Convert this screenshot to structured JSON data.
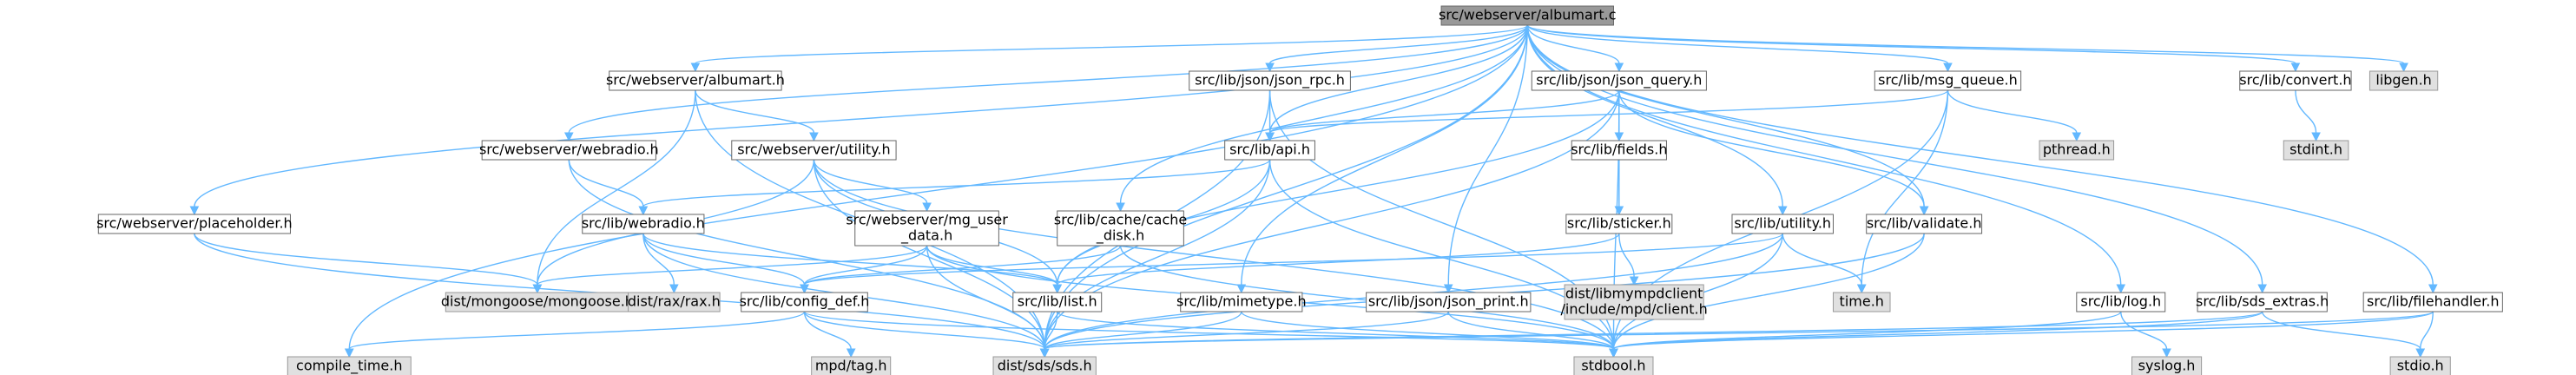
{
  "colors": {
    "edge": "#63B8FF",
    "node_border": "#666666",
    "node_fill": "#FFFFFF",
    "root_fill": "#999999",
    "root_border": "#666666",
    "system_fill": "#E0E0E0",
    "system_border": "#999999"
  },
  "nodes": [
    {
      "id": "albumart_c",
      "label": "src/webserver/albumart.c",
      "kind": "root"
    },
    {
      "id": "albumart_h",
      "label": "src/webserver/albumart.h",
      "kind": "file"
    },
    {
      "id": "json_rpc_h",
      "label": "src/lib/json/json_rpc.h",
      "kind": "file"
    },
    {
      "id": "json_query_h",
      "label": "src/lib/json/json_query.h",
      "kind": "file"
    },
    {
      "id": "msg_queue_h",
      "label": "src/lib/msg_queue.h",
      "kind": "file"
    },
    {
      "id": "convert_h",
      "label": "src/lib/convert.h",
      "kind": "file"
    },
    {
      "id": "libgen_h",
      "label": "libgen.h",
      "kind": "system"
    },
    {
      "id": "webradio_ws_h",
      "label": "src/webserver/webradio.h",
      "kind": "file"
    },
    {
      "id": "utility_ws_h",
      "label": "src/webserver/utility.h",
      "kind": "file"
    },
    {
      "id": "api_h",
      "label": "src/lib/api.h",
      "kind": "file"
    },
    {
      "id": "fields_h",
      "label": "src/lib/fields.h",
      "kind": "file"
    },
    {
      "id": "pthread_h",
      "label": "pthread.h",
      "kind": "system"
    },
    {
      "id": "stdint_h",
      "label": "stdint.h",
      "kind": "system"
    },
    {
      "id": "placeholder_h",
      "label": "src/webserver/placeholder.h",
      "kind": "file"
    },
    {
      "id": "webradio_lib_h",
      "label": "src/lib/webradio.h",
      "kind": "file"
    },
    {
      "id": "mg_user_data_h",
      "label": "src/webserver/mg_user_data.h",
      "kind": "file",
      "lines": [
        "src/webserver/mg_user",
        "_data.h"
      ]
    },
    {
      "id": "cache_disk_h",
      "label": "src/lib/cache/cache_disk.h",
      "kind": "file",
      "lines": [
        "src/lib/cache/cache",
        "_disk.h"
      ]
    },
    {
      "id": "sticker_h",
      "label": "src/lib/sticker.h",
      "kind": "file"
    },
    {
      "id": "utility_lib_h",
      "label": "src/lib/utility.h",
      "kind": "file"
    },
    {
      "id": "validate_h",
      "label": "src/lib/validate.h",
      "kind": "file"
    },
    {
      "id": "mongoose_h",
      "label": "dist/mongoose/mongoose.h",
      "kind": "system"
    },
    {
      "id": "rax_h",
      "label": "dist/rax/rax.h",
      "kind": "system"
    },
    {
      "id": "config_def_h",
      "label": "src/lib/config_def.h",
      "kind": "file"
    },
    {
      "id": "list_h",
      "label": "src/lib/list.h",
      "kind": "file"
    },
    {
      "id": "mimetype_h",
      "label": "src/lib/mimetype.h",
      "kind": "file"
    },
    {
      "id": "json_print_h",
      "label": "src/lib/json/json_print.h",
      "kind": "file"
    },
    {
      "id": "mpdclient_h",
      "label": "dist/libmympdclient/include/mpd/client.h",
      "kind": "system",
      "lines": [
        "dist/libmympdclient",
        "/include/mpd/client.h"
      ]
    },
    {
      "id": "time_h",
      "label": "time.h",
      "kind": "system"
    },
    {
      "id": "log_h",
      "label": "src/lib/log.h",
      "kind": "file"
    },
    {
      "id": "sds_extras_h",
      "label": "src/lib/sds_extras.h",
      "kind": "file"
    },
    {
      "id": "filehandler_h",
      "label": "src/lib/filehandler.h",
      "kind": "file"
    },
    {
      "id": "compile_time_h",
      "label": "compile_time.h",
      "kind": "system"
    },
    {
      "id": "mpd_tag_h",
      "label": "mpd/tag.h",
      "kind": "system"
    },
    {
      "id": "sds_h",
      "label": "dist/sds/sds.h",
      "kind": "system"
    },
    {
      "id": "stdbool_h",
      "label": "stdbool.h",
      "kind": "system"
    },
    {
      "id": "syslog_h",
      "label": "syslog.h",
      "kind": "system"
    },
    {
      "id": "stdio_h",
      "label": "stdio.h",
      "kind": "system"
    }
  ],
  "edges": [
    [
      "albumart_c",
      "albumart_h"
    ],
    [
      "albumart_c",
      "json_rpc_h"
    ],
    [
      "albumart_c",
      "json_query_h"
    ],
    [
      "albumart_c",
      "msg_queue_h"
    ],
    [
      "albumart_c",
      "convert_h"
    ],
    [
      "albumart_c",
      "libgen_h"
    ],
    [
      "albumart_c",
      "webradio_ws_h"
    ],
    [
      "albumart_c",
      "api_h"
    ],
    [
      "albumart_c",
      "placeholder_h"
    ],
    [
      "albumart_c",
      "cache_disk_h"
    ],
    [
      "albumart_c",
      "utility_lib_h"
    ],
    [
      "albumart_c",
      "validate_h"
    ],
    [
      "albumart_c",
      "mimetype_h"
    ],
    [
      "albumart_c",
      "json_print_h"
    ],
    [
      "albumart_c",
      "log_h"
    ],
    [
      "albumart_c",
      "sds_extras_h"
    ],
    [
      "albumart_c",
      "filehandler_h"
    ],
    [
      "albumart_c",
      "compile_time_h"
    ],
    [
      "albumart_c",
      "sds_h"
    ],
    [
      "albumart_h",
      "utility_ws_h"
    ],
    [
      "albumart_h",
      "mongoose_h"
    ],
    [
      "albumart_h",
      "sds_h"
    ],
    [
      "json_rpc_h",
      "api_h"
    ],
    [
      "json_rpc_h",
      "sds_h"
    ],
    [
      "json_rpc_h",
      "stdbool_h"
    ],
    [
      "json_query_h",
      "api_h"
    ],
    [
      "json_query_h",
      "fields_h"
    ],
    [
      "json_query_h",
      "validate_h"
    ],
    [
      "json_query_h",
      "list_h"
    ],
    [
      "json_query_h",
      "sds_h"
    ],
    [
      "json_query_h",
      "stdbool_h"
    ],
    [
      "msg_queue_h",
      "api_h"
    ],
    [
      "msg_queue_h",
      "pthread_h"
    ],
    [
      "msg_queue_h",
      "time_h"
    ],
    [
      "msg_queue_h",
      "stdbool_h"
    ],
    [
      "convert_h",
      "stdint_h"
    ],
    [
      "webradio_ws_h",
      "webradio_lib_h"
    ],
    [
      "webradio_ws_h",
      "sds_h"
    ],
    [
      "utility_ws_h",
      "mg_user_data_h"
    ],
    [
      "utility_ws_h",
      "mongoose_h"
    ],
    [
      "utility_ws_h",
      "list_h"
    ],
    [
      "utility_ws_h",
      "sds_h"
    ],
    [
      "utility_ws_h",
      "stdbool_h"
    ],
    [
      "api_h",
      "webradio_lib_h"
    ],
    [
      "api_h",
      "list_h"
    ],
    [
      "api_h",
      "sds_h"
    ],
    [
      "api_h",
      "stdbool_h"
    ],
    [
      "fields_h",
      "sticker_h"
    ],
    [
      "placeholder_h",
      "mongoose_h"
    ],
    [
      "placeholder_h",
      "sds_h"
    ],
    [
      "webradio_lib_h",
      "rax_h"
    ],
    [
      "webradio_lib_h",
      "config_def_h"
    ],
    [
      "webradio_lib_h",
      "list_h"
    ],
    [
      "webradio_lib_h",
      "sds_h"
    ],
    [
      "mg_user_data_h",
      "mongoose_h"
    ],
    [
      "mg_user_data_h",
      "config_def_h"
    ],
    [
      "mg_user_data_h",
      "list_h"
    ],
    [
      "mg_user_data_h",
      "sds_h"
    ],
    [
      "mg_user_data_h",
      "stdbool_h"
    ],
    [
      "cache_disk_h",
      "config_def_h"
    ],
    [
      "cache_disk_h",
      "stdbool_h"
    ],
    [
      "sticker_h",
      "mpdclient_h"
    ],
    [
      "sticker_h",
      "list_h"
    ],
    [
      "utility_lib_h",
      "config_def_h"
    ],
    [
      "utility_lib_h",
      "time_h"
    ],
    [
      "utility_lib_h",
      "sds_h"
    ],
    [
      "utility_lib_h",
      "stdbool_h"
    ],
    [
      "validate_h",
      "sds_h"
    ],
    [
      "validate_h",
      "stdbool_h"
    ],
    [
      "config_def_h",
      "compile_time_h"
    ],
    [
      "config_def_h",
      "mpd_tag_h"
    ],
    [
      "config_def_h",
      "sds_h"
    ],
    [
      "config_def_h",
      "stdbool_h"
    ],
    [
      "list_h",
      "sds_h"
    ],
    [
      "list_h",
      "stdbool_h"
    ],
    [
      "mimetype_h",
      "sds_h"
    ],
    [
      "mimetype_h",
      "stdbool_h"
    ],
    [
      "json_print_h",
      "sds_h"
    ],
    [
      "json_print_h",
      "stdbool_h"
    ],
    [
      "log_h",
      "syslog_h"
    ],
    [
      "log_h",
      "stdbool_h"
    ],
    [
      "sds_extras_h",
      "sds_h"
    ],
    [
      "sds_extras_h",
      "stdbool_h"
    ],
    [
      "sds_extras_h",
      "stdio_h"
    ],
    [
      "filehandler_h",
      "sds_h"
    ],
    [
      "filehandler_h",
      "stdbool_h"
    ],
    [
      "filehandler_h",
      "stdio_h"
    ]
  ]
}
